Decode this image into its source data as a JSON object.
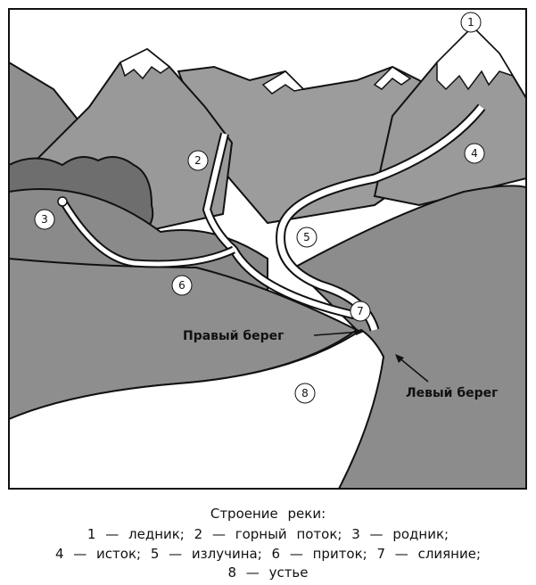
{
  "diagram": {
    "markers": [
      "1",
      "2",
      "3",
      "4",
      "5",
      "6",
      "7",
      "8"
    ],
    "right_bank_label": "Правый берег",
    "left_bank_label": "Левый берег"
  },
  "caption": {
    "title": "Строение реки:",
    "line1": "1 — ледник; 2 — горный поток; 3 — родник;",
    "line2": "4 — исток; 5 — излучина; 6 — приток; 7 — слияние;",
    "line3": "8 — устье"
  },
  "colors": {
    "sky": "#ffffff",
    "mountain": "#9a9a9a",
    "mountain_dark": "#888888",
    "land": "#8f8f8f",
    "forest": "#6e6e6e",
    "river": "#ffffff",
    "outline": "#111111"
  }
}
